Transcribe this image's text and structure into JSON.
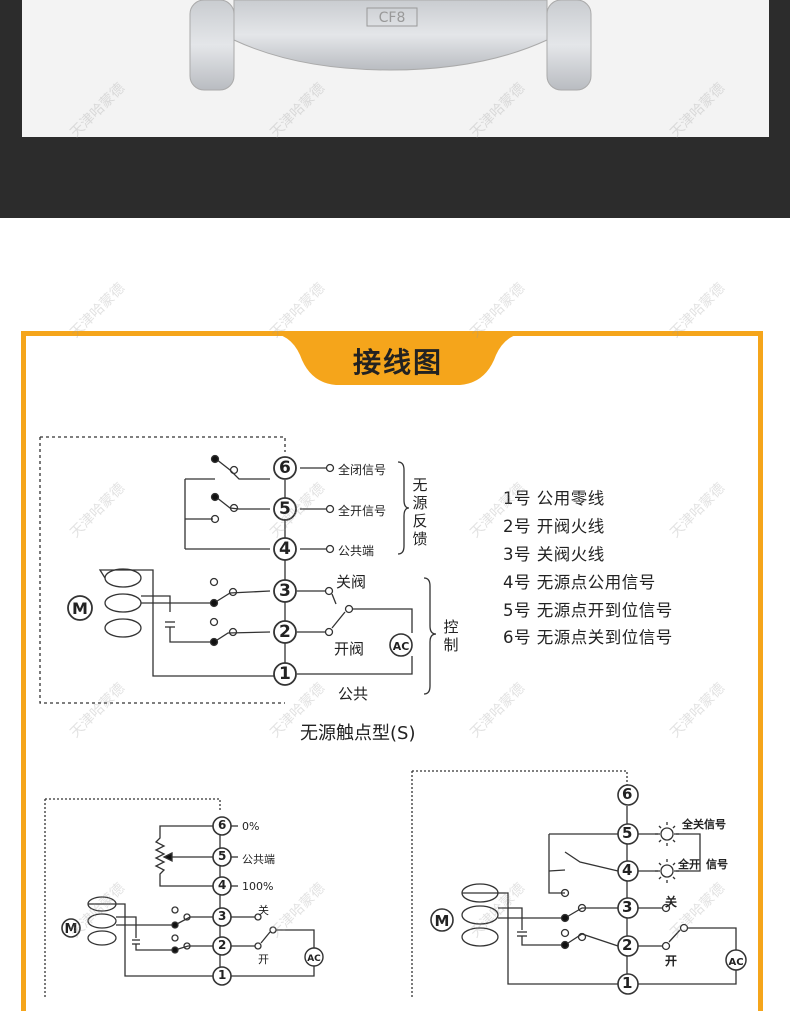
{
  "title": "接线图",
  "watermark": "天津哈蒙德",
  "valve_marking": "CF8",
  "diagram_s": {
    "caption": "无源触点型(S)",
    "terminals": [
      "6",
      "5",
      "4",
      "3",
      "2",
      "1"
    ],
    "labels": {
      "full_close_signal": "全闭信号",
      "full_open_signal": "全开信号",
      "common_end": "公共端",
      "close_valve": "关阀",
      "open_valve": "开阀",
      "common": "公共",
      "motor": "M",
      "ac": "AC"
    },
    "feedback_group": [
      "无",
      "源",
      "反",
      "馈"
    ],
    "control_group": [
      "控",
      "制"
    ]
  },
  "legend": [
    "1号  公用零线",
    "2号  开阀火线",
    "3号  关阀火线",
    "4号  无源点公用信号",
    "5号  无源点开到位信号",
    "6号  无源点关到位信号"
  ],
  "diagram_pot": {
    "terminals": [
      "6",
      "5",
      "4",
      "3",
      "2",
      "1"
    ],
    "labels": {
      "pct0": "0%",
      "common_end": "公共端",
      "pct100": "100%",
      "close": "关",
      "open": "开",
      "motor": "M",
      "ac": "AC"
    }
  },
  "diagram_lamp": {
    "terminals": [
      "6",
      "5",
      "4",
      "3",
      "2",
      "1"
    ],
    "labels": {
      "full_close_signal": "全关信号",
      "full_open": "全开",
      "signal": "信号",
      "close": "关",
      "open": "开",
      "motor": "M",
      "ac": "AC"
    }
  },
  "colors": {
    "accent": "#f5a51b",
    "dark_band": "#2c2c2c",
    "line": "#333333"
  }
}
